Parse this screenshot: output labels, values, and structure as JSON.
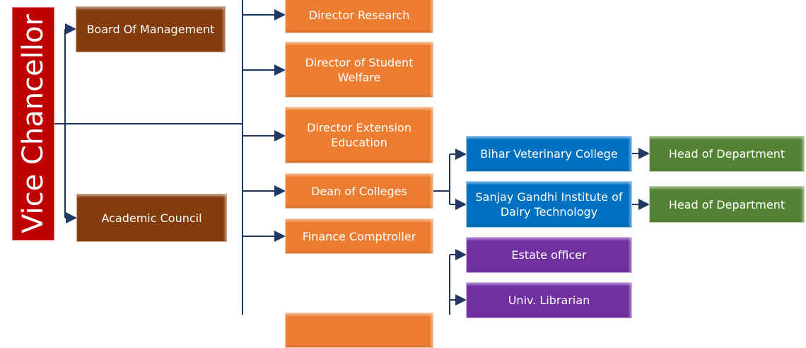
{
  "vice_chancellor": "Vice Chancellor",
  "left": [
    "Board Of Management",
    "Academic Council"
  ],
  "directors": [
    "Director Research",
    "Director of Student Welfare",
    "Director Extension Education",
    "Dean of Colleges",
    "Finance Comptroller"
  ],
  "colleges": [
    "Bihar Veterinary College",
    "Sanjay Gandhi Institute of Dairy Technology"
  ],
  "heads": [
    "Head of Department",
    "Head of Department"
  ],
  "officers": [
    "Estate officer",
    "Univ. Librarian"
  ],
  "colors": {
    "vc": "#c00000",
    "brown": "#843c0c",
    "orange": "#ed7d31",
    "blue": "#0070c0",
    "green": "#548235",
    "purple": "#7030a0",
    "line": "#1f3864"
  }
}
